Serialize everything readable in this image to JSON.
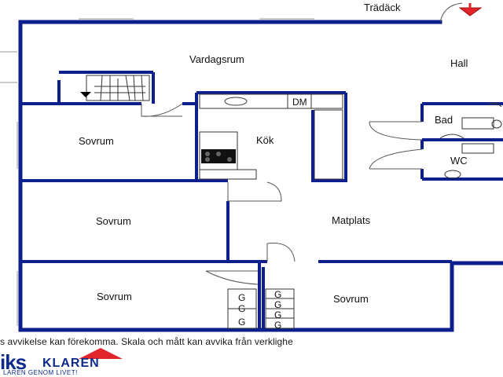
{
  "rooms": {
    "tradack": "Trädäck",
    "vardagsrum": "Vardagsrum",
    "hall": "Hall",
    "dm": "DM",
    "sovrum1": "Sovrum",
    "kok": "Kök",
    "bad": "Bad",
    "wc": "WC",
    "sovrum2": "Sovrum",
    "matplats": "Matplats",
    "sovrum3": "Sovrum",
    "sovrum4": "Sovrum"
  },
  "wardrobe_mark": "G",
  "disclaimer": "s avvikelse kan förekomma. Skala och mått kan avvika från verklighe",
  "logo": {
    "name": "iks",
    "sub": "KLAREN",
    "tagline": "LAREN GENOM LIVET!"
  },
  "colors": {
    "wall": "#0d1f8c",
    "entrance_arrow": "#e0262b",
    "logo": "#0b2a8a"
  }
}
